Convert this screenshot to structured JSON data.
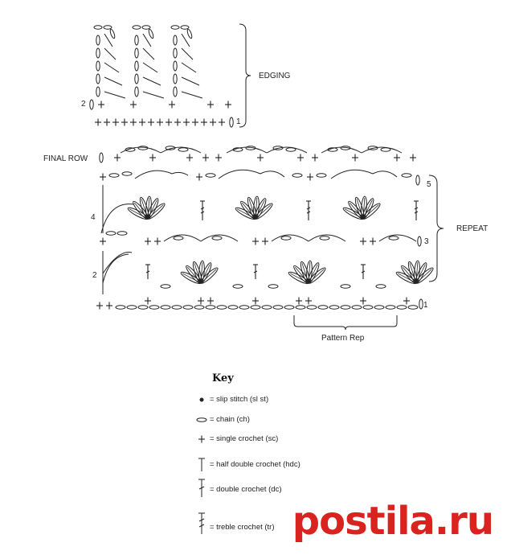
{
  "labels": {
    "edging": "EDGING",
    "final_row": "FINAL ROW",
    "repeat": "REPEAT",
    "pattern_rep": "Pattern Rep"
  },
  "row_numbers": {
    "edging_row_1": "1",
    "edging_row_2": "2",
    "row_1": "1",
    "row_2": "2",
    "row_3": "3",
    "row_4": "4",
    "row_5": "5"
  },
  "key": {
    "title": "Key",
    "items": [
      {
        "symbol": "slip-stitch-icon",
        "text": "= slip stitch (sl st)"
      },
      {
        "symbol": "chain-icon",
        "text": "= chain (ch)"
      },
      {
        "symbol": "single-crochet-icon",
        "text": "= single crochet (sc)"
      },
      {
        "symbol": "half-double-crochet-icon",
        "text": "= half double crochet (hdc)"
      },
      {
        "symbol": "double-crochet-icon",
        "text": "= double crochet (dc)"
      },
      {
        "symbol": "treble-crochet-icon",
        "text": "= treble crochet (tr)"
      }
    ]
  },
  "watermark": {
    "part1": "postila",
    "part2": ".ru"
  },
  "colors": {
    "ink": "#222222",
    "watermark": "#d8231f"
  }
}
